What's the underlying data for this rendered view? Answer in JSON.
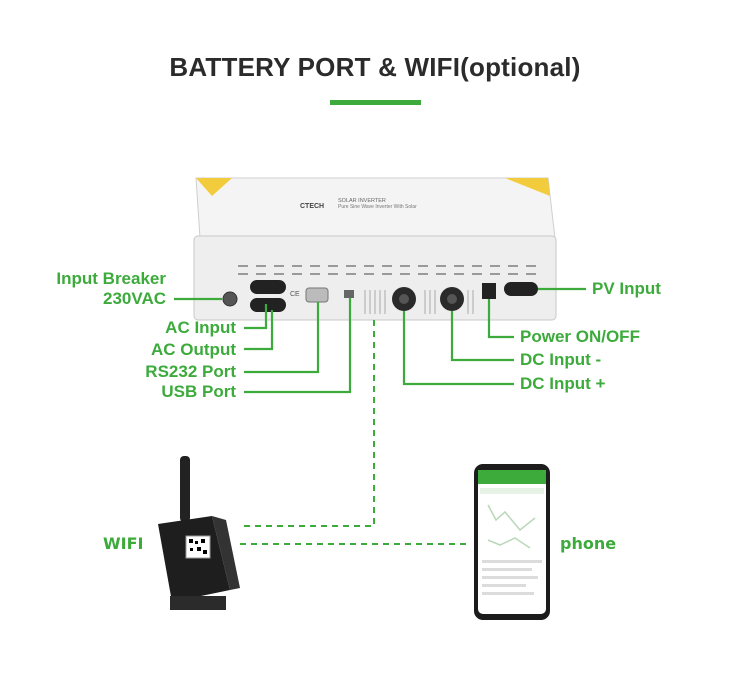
{
  "title": "BATTERY PORT & WIFI(optional)",
  "colors": {
    "accent": "#3cab3c",
    "title": "#2b2b2b",
    "device_body": "#f2f2f2",
    "port": "#222222"
  },
  "device": {
    "brand": "CTECH",
    "model": "SOLAR INVERTER",
    "subtitle": "Pure Sine Wave Inverter With Solar"
  },
  "labels": {
    "input_breaker_line1": "Input Breaker",
    "input_breaker_line2": "230VAC",
    "ac_input": "AC Input",
    "ac_output": "AC Output",
    "rs232": "RS232 Port",
    "usb": "USB Port",
    "pv_input": "PV Input",
    "power": "Power ON/OFF",
    "dc_minus": "DC Input -",
    "dc_plus": "DC Input +",
    "wifi": "WIFI",
    "phone": "phone"
  },
  "icons": [
    "inverter-device-image",
    "wifi-dongle-image",
    "smartphone-image"
  ]
}
